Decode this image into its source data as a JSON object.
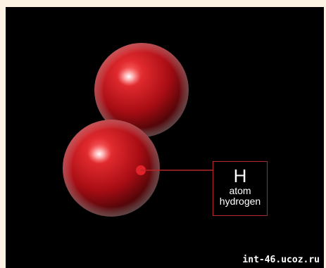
{
  "diagram": {
    "label": {
      "symbol": "H",
      "line1": "atom",
      "line2": "hydrogen"
    },
    "watermark": "int-46.ucoz.ru",
    "colors": {
      "background": "#000000",
      "atom": "#c4121b",
      "leader_line": "#b3262a",
      "text": "#ffffff"
    }
  }
}
